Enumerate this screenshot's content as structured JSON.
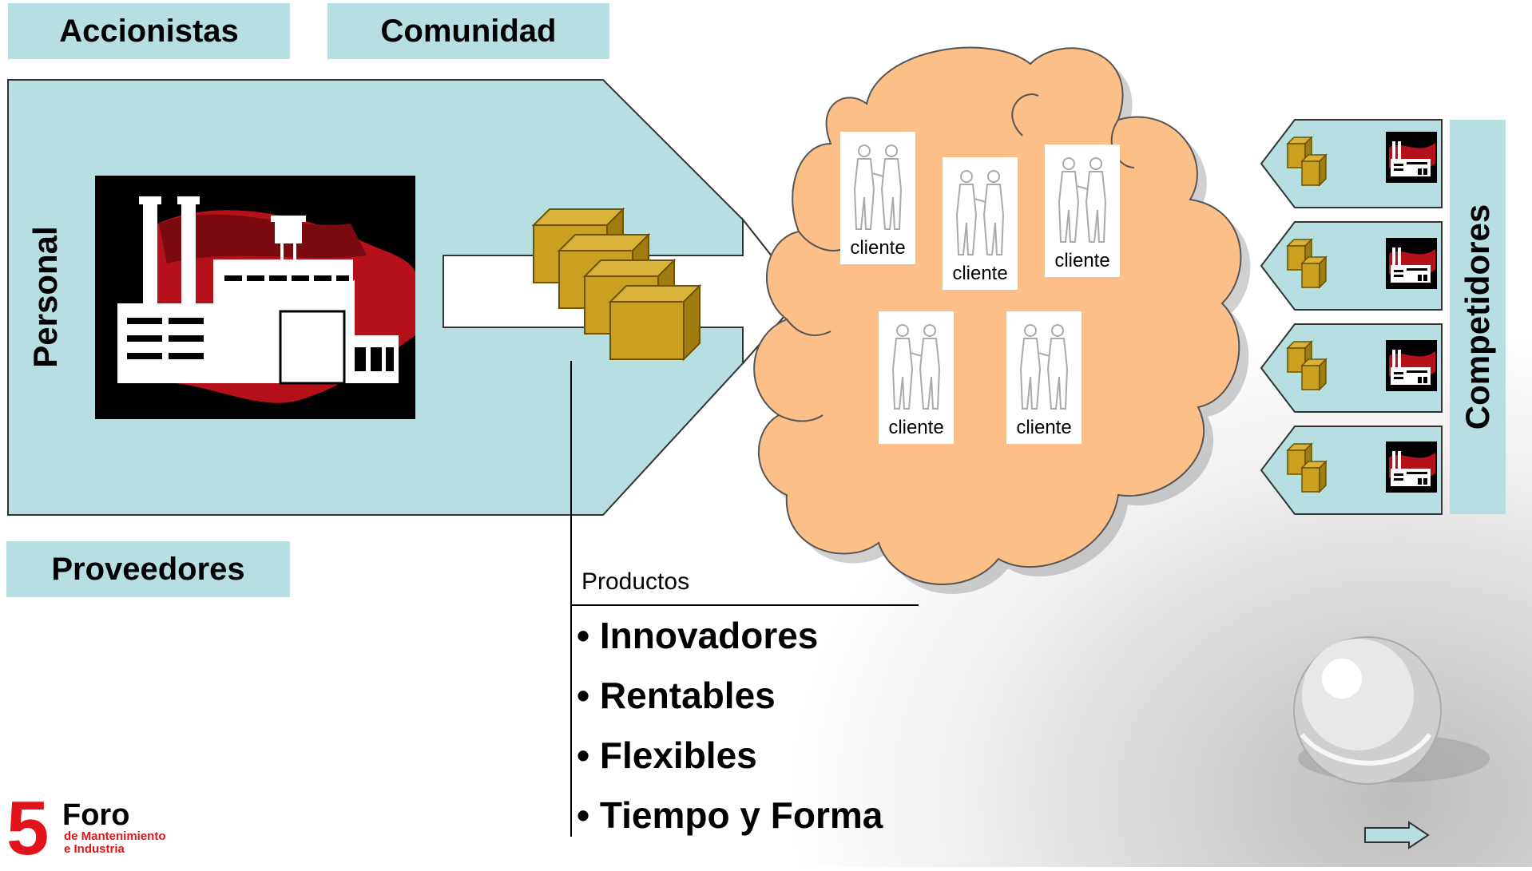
{
  "tags": {
    "accionistas": "Accionistas",
    "comunidad": "Comunidad",
    "proveedores": "Proveedores",
    "personal": "Personal",
    "competidores": "Competidores"
  },
  "clients": [
    "cliente",
    "cliente",
    "cliente",
    "cliente",
    "cliente"
  ],
  "products": {
    "title": "Productos",
    "items": [
      "• Innovadores",
      "• Rentables",
      "• Flexibles",
      "• Tiempo y Forma"
    ]
  },
  "logo": {
    "number": "5",
    "name": "Foro",
    "subtitle_line1": "de Mantenimiento",
    "subtitle_line2": "e Industria"
  },
  "colors": {
    "tag_fill": "#b7dfe2",
    "cloud_fill": "#fdbf88",
    "box_fill": "#c9a020",
    "logo_red": "#e3131b"
  },
  "icons": [
    "factory-icon",
    "boxes-icon",
    "handshake-icon",
    "arrow-right-icon"
  ]
}
